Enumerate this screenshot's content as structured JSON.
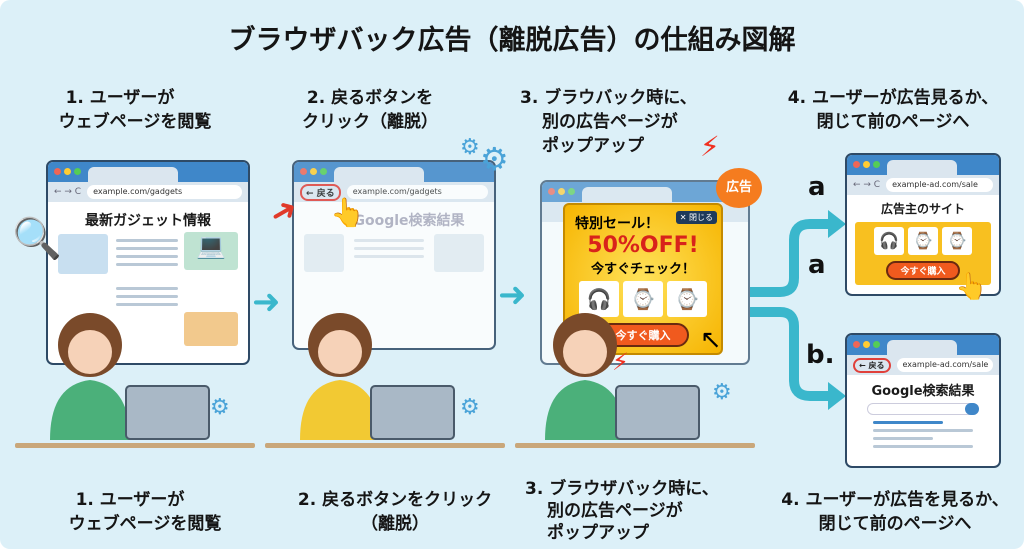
{
  "title": "ブラウザバック広告（離脱広告）の仕組み図解",
  "steps_top": [
    {
      "line1": "1. ユーザーが",
      "line2": "ウェブページを閲覧"
    },
    {
      "line1": "2. 戻るボタンを",
      "line2": "クリック（離脱）"
    },
    {
      "line1": "3. ブラウバック時に、",
      "line2": "別の広告ページが",
      "line3": "ポップアップ"
    },
    {
      "line1": "4. ユーザーが広告見るか、",
      "line2": "閉じて前のページへ"
    }
  ],
  "steps_bottom": [
    {
      "line1": "1. ユーザーが",
      "line2": "ウェブページを閲覧"
    },
    {
      "line1": "2. 戻るボタンをクリック",
      "line2": "（離脱）"
    },
    {
      "line1": "3. ブラウザバック時に、",
      "line2": "別の広告ページが",
      "line3": "ポップアップ"
    },
    {
      "line1": "4. ユーザーが広告を見るか、",
      "line2": "閉じて前のページへ"
    }
  ],
  "panel1": {
    "url": "example.com/gadgets",
    "heading": "最新ガジェット情報"
  },
  "panel2": {
    "url": "example.com/gadgets",
    "back": "← 戻る",
    "heading": "Google検索結果"
  },
  "panel3": {
    "badge": "広告",
    "sale": "特別セール！",
    "close": "✕ 閉じる",
    "discount": "50%OFF!",
    "check": "今すぐチェック！",
    "buy": "今すぐ購入"
  },
  "panel4": {
    "label_a1": "a",
    "label_a2": "a",
    "label_b": "b.",
    "a": {
      "url": "example-ad.com/sale",
      "heading": "広告主のサイト",
      "buy": "今すぐ購入"
    },
    "b": {
      "url": "example-ad.com/sale",
      "back": "← 戻る",
      "heading": "Google検索結果"
    }
  },
  "colors": {
    "background": "#dcf0f8",
    "browser_bar": "#3f87c9",
    "arrow": "#3ab7cc",
    "buy": "#f05a1e",
    "popup": "#f6b400"
  }
}
